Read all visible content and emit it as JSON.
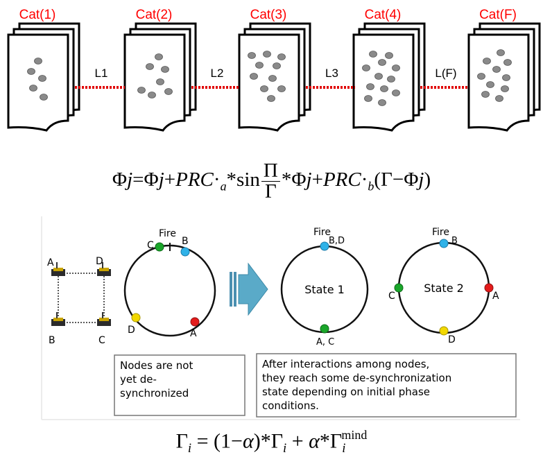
{
  "categories": [
    "Cat(1)",
    "Cat(2)",
    "Cat(3)",
    "Cat(4)",
    "Cat(F)"
  ],
  "links": [
    "L1",
    "L2",
    "L3",
    "L(F)"
  ],
  "equation_top": {
    "phi": "Φ",
    "j": "j",
    "eq": "=",
    "plus": "+",
    "prc": "PRC",
    "dot": "·",
    "a": "a",
    "b": "b",
    "star": "*",
    "sin": "sin",
    "pi": "Π",
    "gamma": "Γ",
    "minus": "−",
    "lparen": "(",
    "rparen": ")"
  },
  "figure": {
    "fire_label": "Fire",
    "node_labels": [
      "A",
      "B",
      "C",
      "D"
    ],
    "circle1_labels": {
      "c": "C",
      "b": "B",
      "d": "D",
      "a": "A"
    },
    "state1_label": "State 1",
    "state1_top": "B,D",
    "state1_bottom": "A, C",
    "state2_label": "State 2",
    "state2_labels": {
      "b": "B",
      "c": "C",
      "a": "A",
      "d": "D"
    },
    "note_left": [
      "Nodes are not",
      "yet de-",
      "synchronized"
    ],
    "note_right": [
      "After interactions among nodes,",
      "they reach some de-synchronization",
      "state depending on initial phase",
      "conditions."
    ]
  },
  "equation_bottom": {
    "gamma": "Γ",
    "i": "i",
    "eq": "=",
    "one": "1",
    "minus": "−",
    "alpha": "α",
    "star": "*",
    "plus": "+",
    "mind": "mind"
  },
  "colors": {
    "category_label": "#ff0000",
    "link": "#e00000",
    "node_green": "#1aa62a",
    "node_blue": "#2fb2e8",
    "node_red": "#e41b1b",
    "node_yellow": "#f2d800",
    "arrow": "#5aaac8",
    "dot_gray": "#8a8a8a"
  }
}
